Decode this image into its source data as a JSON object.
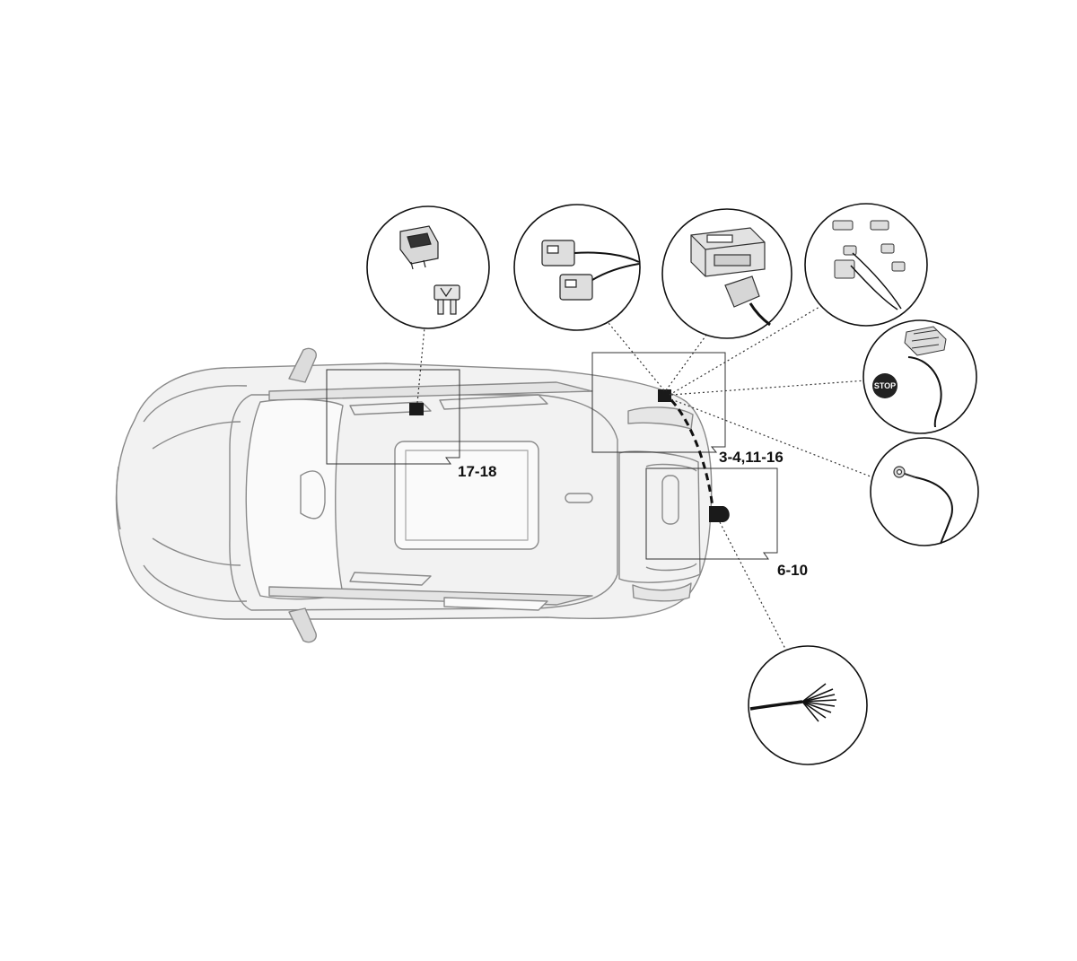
{
  "diagram": {
    "labels": {
      "interior_fuse": "17-18",
      "rear_lights": "3-4,11-16",
      "tow_socket": "6-10"
    },
    "stop_sign_text": "STOP"
  }
}
